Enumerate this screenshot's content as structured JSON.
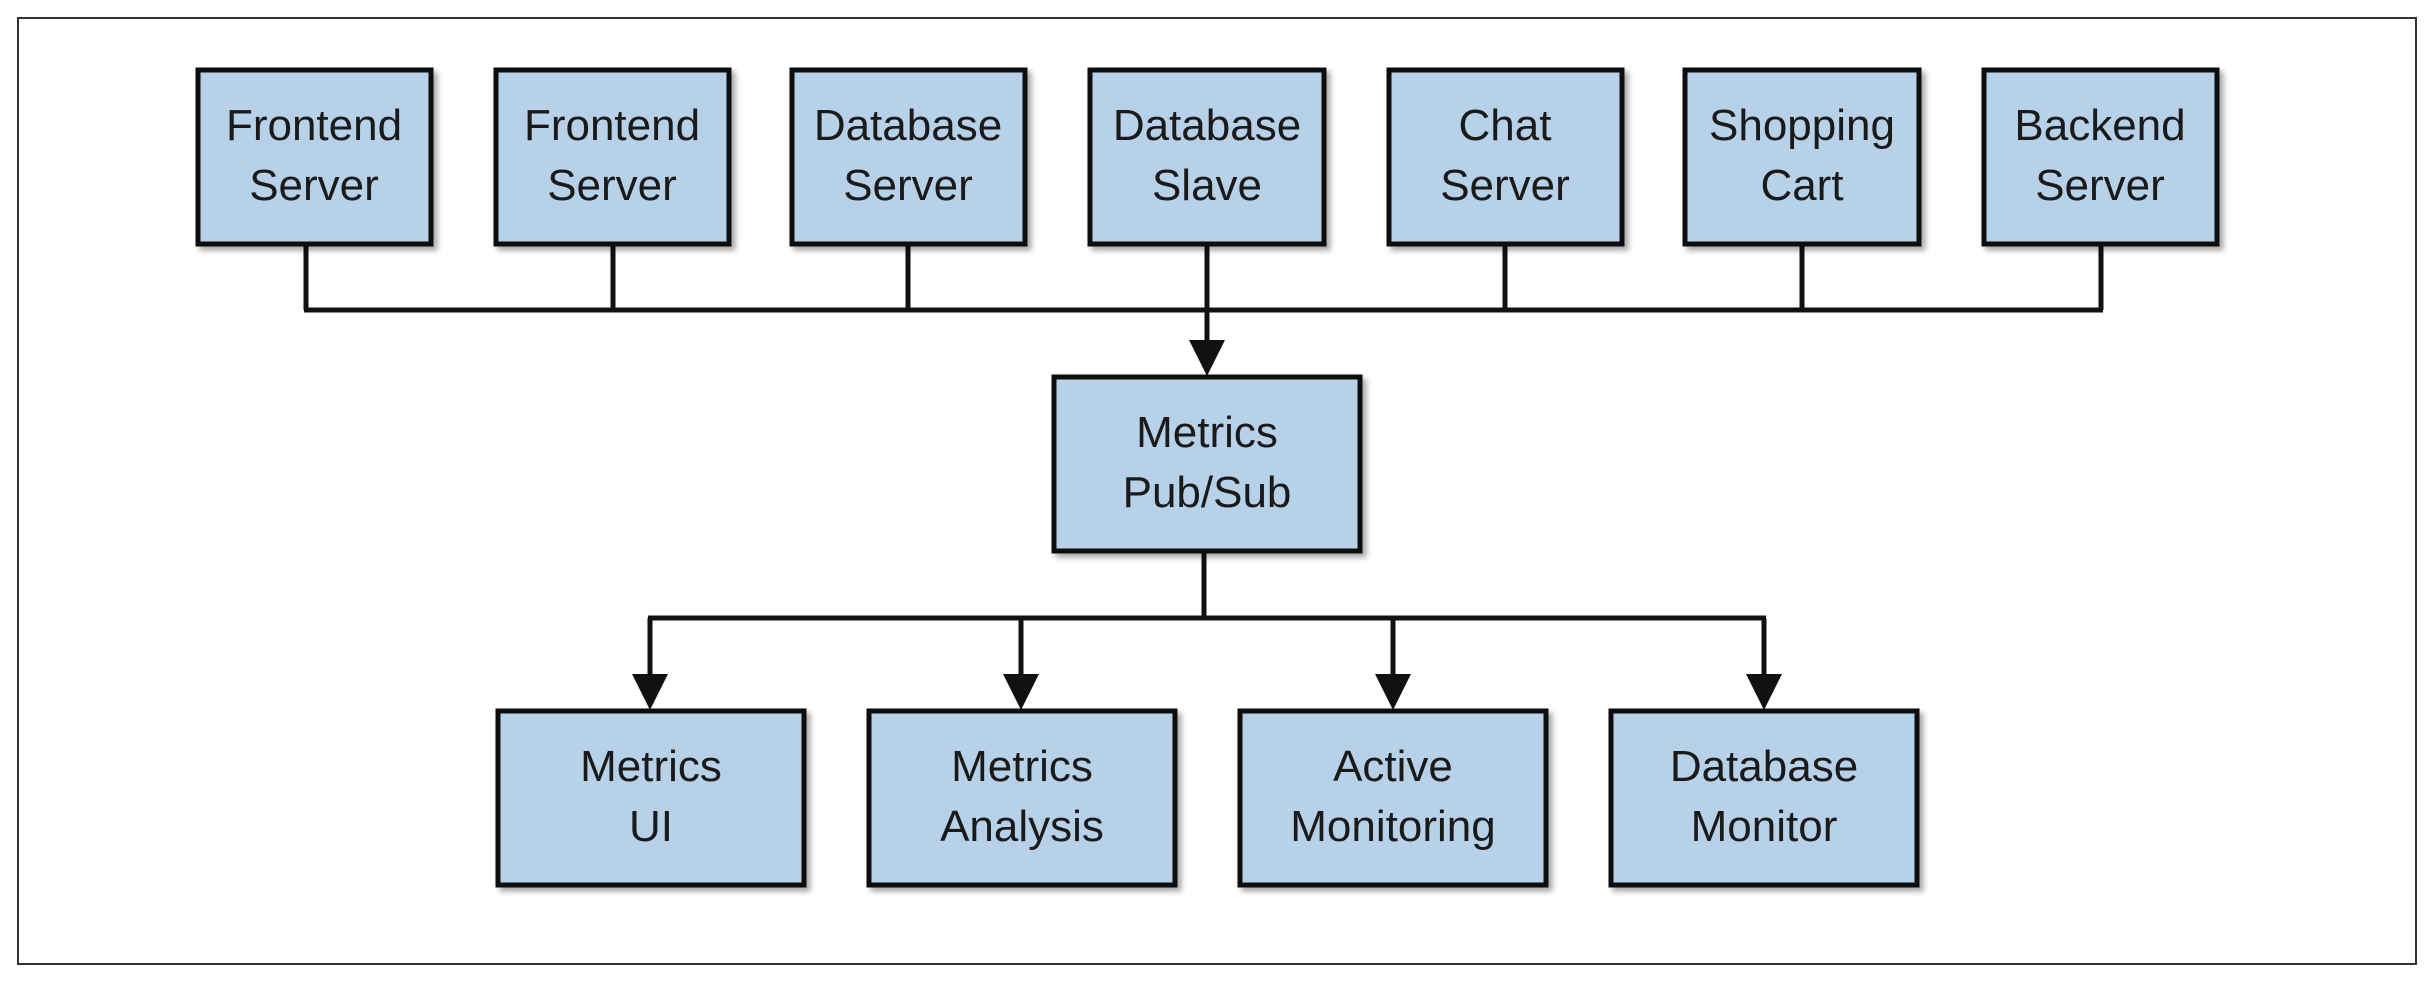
{
  "colors": {
    "box_fill": "#b7d1e8",
    "stroke": "#111111",
    "frame": "#333333",
    "background": "#ffffff"
  },
  "sources": [
    {
      "lines": [
        "Frontend",
        "Server"
      ]
    },
    {
      "lines": [
        "Frontend",
        "Server"
      ]
    },
    {
      "lines": [
        "Database",
        "Server"
      ]
    },
    {
      "lines": [
        "Database",
        "Slave"
      ]
    },
    {
      "lines": [
        "Chat",
        "Server"
      ]
    },
    {
      "lines": [
        "Shopping",
        "Cart"
      ]
    },
    {
      "lines": [
        "Backend",
        "Server"
      ]
    }
  ],
  "hub": {
    "lines": [
      "Metrics",
      "Pub/Sub"
    ]
  },
  "consumers": [
    {
      "lines": [
        "Metrics",
        "UI"
      ]
    },
    {
      "lines": [
        "Metrics",
        "Analysis"
      ]
    },
    {
      "lines": [
        "Active",
        "Monitoring"
      ]
    },
    {
      "lines": [
        "Database",
        "Monitor"
      ]
    }
  ]
}
